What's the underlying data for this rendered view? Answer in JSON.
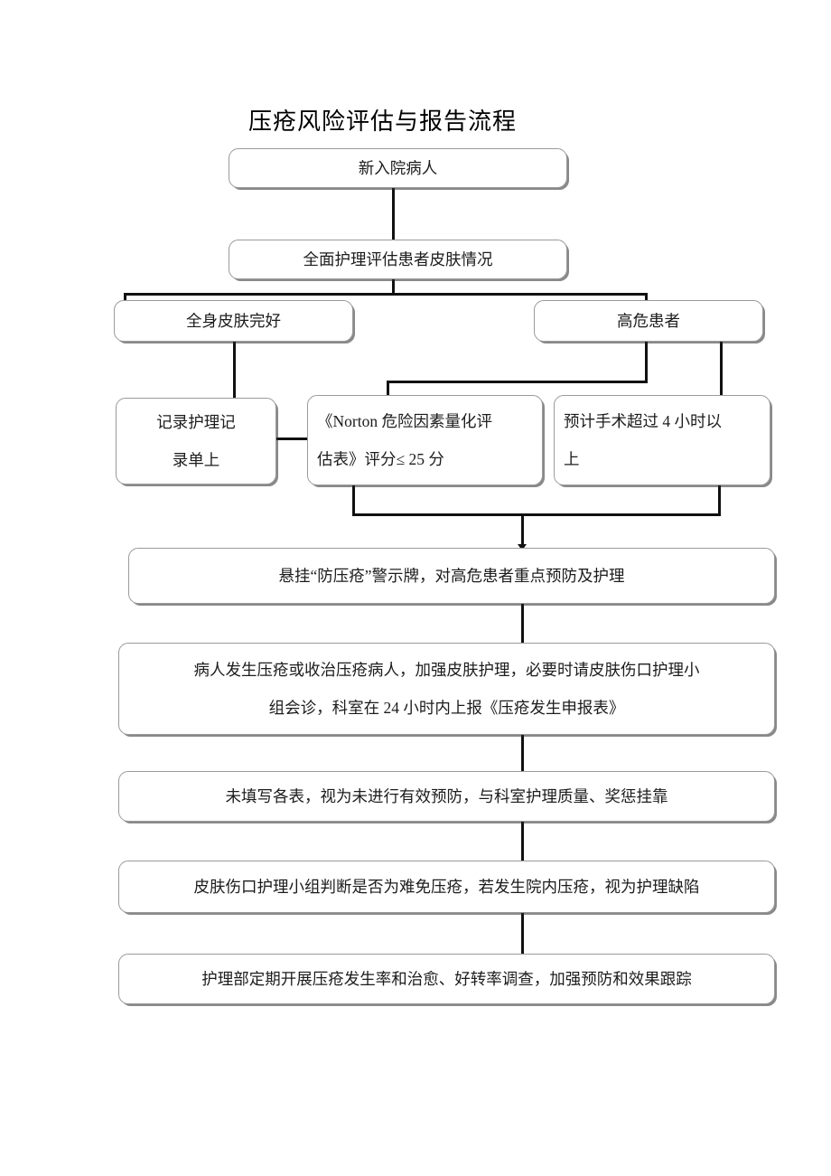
{
  "document": {
    "title": "压疮风险评估与报告流程"
  },
  "flowchart": {
    "type": "flowchart",
    "orientation": "top-down",
    "nodes": [
      {
        "id": "n1",
        "label": "新入院病人",
        "role": "start"
      },
      {
        "id": "n2",
        "label": "全面护理评估患者皮肤情况",
        "role": "process"
      },
      {
        "id": "n3",
        "label": "全身皮肤完好",
        "role": "branch-left"
      },
      {
        "id": "n4",
        "label": "高危患者",
        "role": "branch-right"
      },
      {
        "id": "n5",
        "label": "记录护理记\n录单上",
        "role": "terminal"
      },
      {
        "id": "n6",
        "label": "《Norton 危险因素量化评\n估表》评分≤ 25 分",
        "role": "criterion"
      },
      {
        "id": "n7",
        "label": "预计手术超过  4 小时以\n上",
        "role": "criterion"
      },
      {
        "id": "n8",
        "label": "悬挂“防压疮”警示牌，对高危患者重点预防及护理",
        "role": "process"
      },
      {
        "id": "n9",
        "label": "病人发生压疮或收治压疮病人，加强皮肤护理，必要时请皮肤伤口护理小\n组会诊，科室在 24 小时内上报《压疮发生申报表》",
        "role": "process"
      },
      {
        "id": "n10",
        "label": "未填写各表，视为未进行有效预防，与科室护理质量、奖惩挂靠",
        "role": "process"
      },
      {
        "id": "n11",
        "label": "皮肤伤口护理小组判断是否为难免压疮，若发生院内压疮，视为护理缺陷",
        "role": "process"
      },
      {
        "id": "n12",
        "label": "护理部定期开展压疮发生率和治愈、好转率调查，加强预防和效果跟踪",
        "role": "process"
      }
    ],
    "edges": [
      {
        "from": "n1",
        "to": "n2"
      },
      {
        "from": "n2",
        "to": "n3"
      },
      {
        "from": "n2",
        "to": "n4"
      },
      {
        "from": "n3",
        "to": "n5"
      },
      {
        "from": "n4",
        "to": "n6"
      },
      {
        "from": "n4",
        "to": "n7"
      },
      {
        "from": "n5",
        "to": "n6"
      },
      {
        "from": "n6",
        "to": "n8"
      },
      {
        "from": "n7",
        "to": "n8"
      },
      {
        "from": "n8",
        "to": "n9"
      },
      {
        "from": "n9",
        "to": "n10"
      },
      {
        "from": "n10",
        "to": "n11"
      },
      {
        "from": "n11",
        "to": "n12"
      }
    ],
    "style": {
      "box_border": "#9a9a9a",
      "box_fill": "#ffffff",
      "connector": "#111111",
      "text": "#1c1c1c"
    }
  }
}
